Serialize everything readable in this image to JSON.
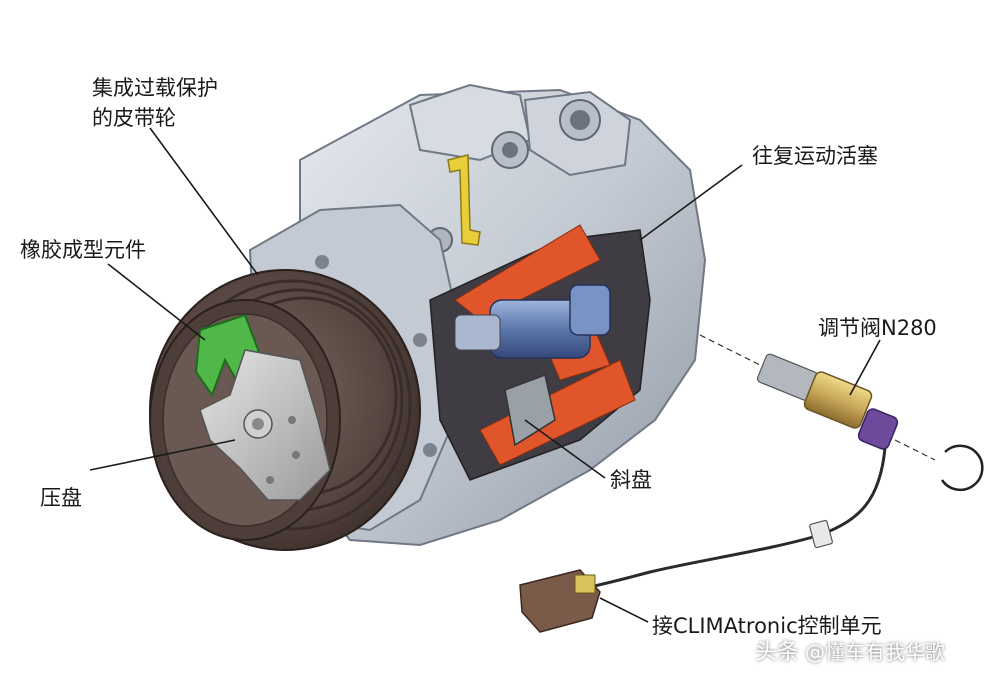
{
  "labels": {
    "pulley": [
      "集成过载保护",
      "的皮带轮"
    ],
    "rubber": "橡胶成型元件",
    "pressure_plate": "压盘",
    "piston": "往复运动活塞",
    "valve": "调节阀N280",
    "swash_plate": "斜盘",
    "connector": "接CLIMAtronic控制单元"
  },
  "watermark": {
    "prefix": "头条",
    "handle": "@懂车有我华歌"
  },
  "colors": {
    "housing": "#c9ced6",
    "housing_dark": "#8e96a2",
    "pulley": "#5b4a44",
    "pulley_groove": "#3a2d29",
    "rubber": "#4fb848",
    "cutaway": "#e0562a",
    "piston": "#6b86b8",
    "valve_brass": "#c9a85a",
    "valve_purple": "#6e4a9c",
    "wire": "#2a2a2a"
  }
}
